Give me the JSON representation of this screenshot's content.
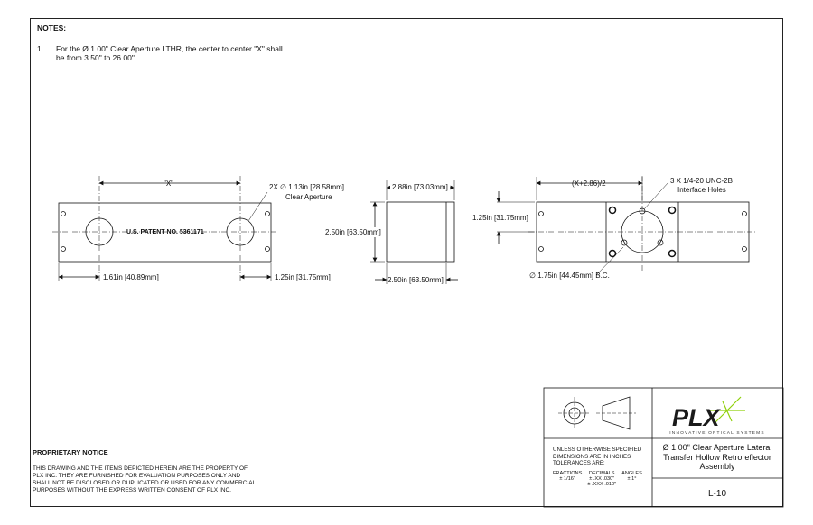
{
  "notes": {
    "title": "NOTES:",
    "items": [
      {
        "num": "1.",
        "text": "For the Ø 1.00\" Clear Aperture LTHR, the center to center \"X\" shall be from 3.50\" to 26.00\"."
      }
    ]
  },
  "front_view": {
    "x_label": "\"X\"",
    "patent": "U.S. PATENT NO. 5361171",
    "aperture_callout": "2X ∅ 1.13in [28.58mm]",
    "aperture_label": "Clear Aperture",
    "left_offset": "1.61in [40.89mm]",
    "right_offset": "1.25in [31.75mm]"
  },
  "side_view": {
    "height": "2.50in [63.50mm]",
    "depth": "2.88in [73.03mm]",
    "width": "2.50in [63.50mm]"
  },
  "back_view": {
    "offset": "(X+2.86)/2",
    "thread_callout": "3 X 1/4-20 UNC-2B",
    "thread_label": "Interface Holes",
    "height": "1.25in [31.75mm]",
    "bolt_circle": "∅ 1.75in [44.45mm] B.C."
  },
  "proprietary": {
    "title": "PROPRIETARY NOTICE",
    "text": "THIS DRAWING AND THE ITEMS DEPICTED HEREIN ARE THE PROPERTY OF PLX INC. THEY ARE FURNISHED FOR EVALUATION PURPOSES ONLY AND SHALL NOT BE DISCLOSED OR DUPLICATED OR USED FOR ANY COMMERCIAL PURPOSES WITHOUT THE EXPRESS WRITTEN CONSENT OF PLX INC."
  },
  "title_block": {
    "logo_text": "PLX",
    "logo_tagline": "INNOVATIVE OPTICAL SYSTEMS",
    "tolerance_heading": "UNLESS OTHERWISE SPECIFIED DIMENSIONS ARE IN INCHES TOLERANCES ARE:",
    "fractions_label": "FRACTIONS",
    "fractions_value": "± 1/16\"",
    "decimals_label": "DECIMALS",
    "decimals_xx": "± .XX .030\"",
    "decimals_xxx": "± .XXX .010\"",
    "angles_label": "ANGLES",
    "angles_value": "± 1°",
    "title": "Ø 1.00\" Clear Aperture Lateral Transfer Hollow Retroreflector Assembly",
    "drawing_number": "L-10",
    "colors": {
      "logo_green": "#8fd10a",
      "logo_dark": "#1a1a1a"
    }
  }
}
